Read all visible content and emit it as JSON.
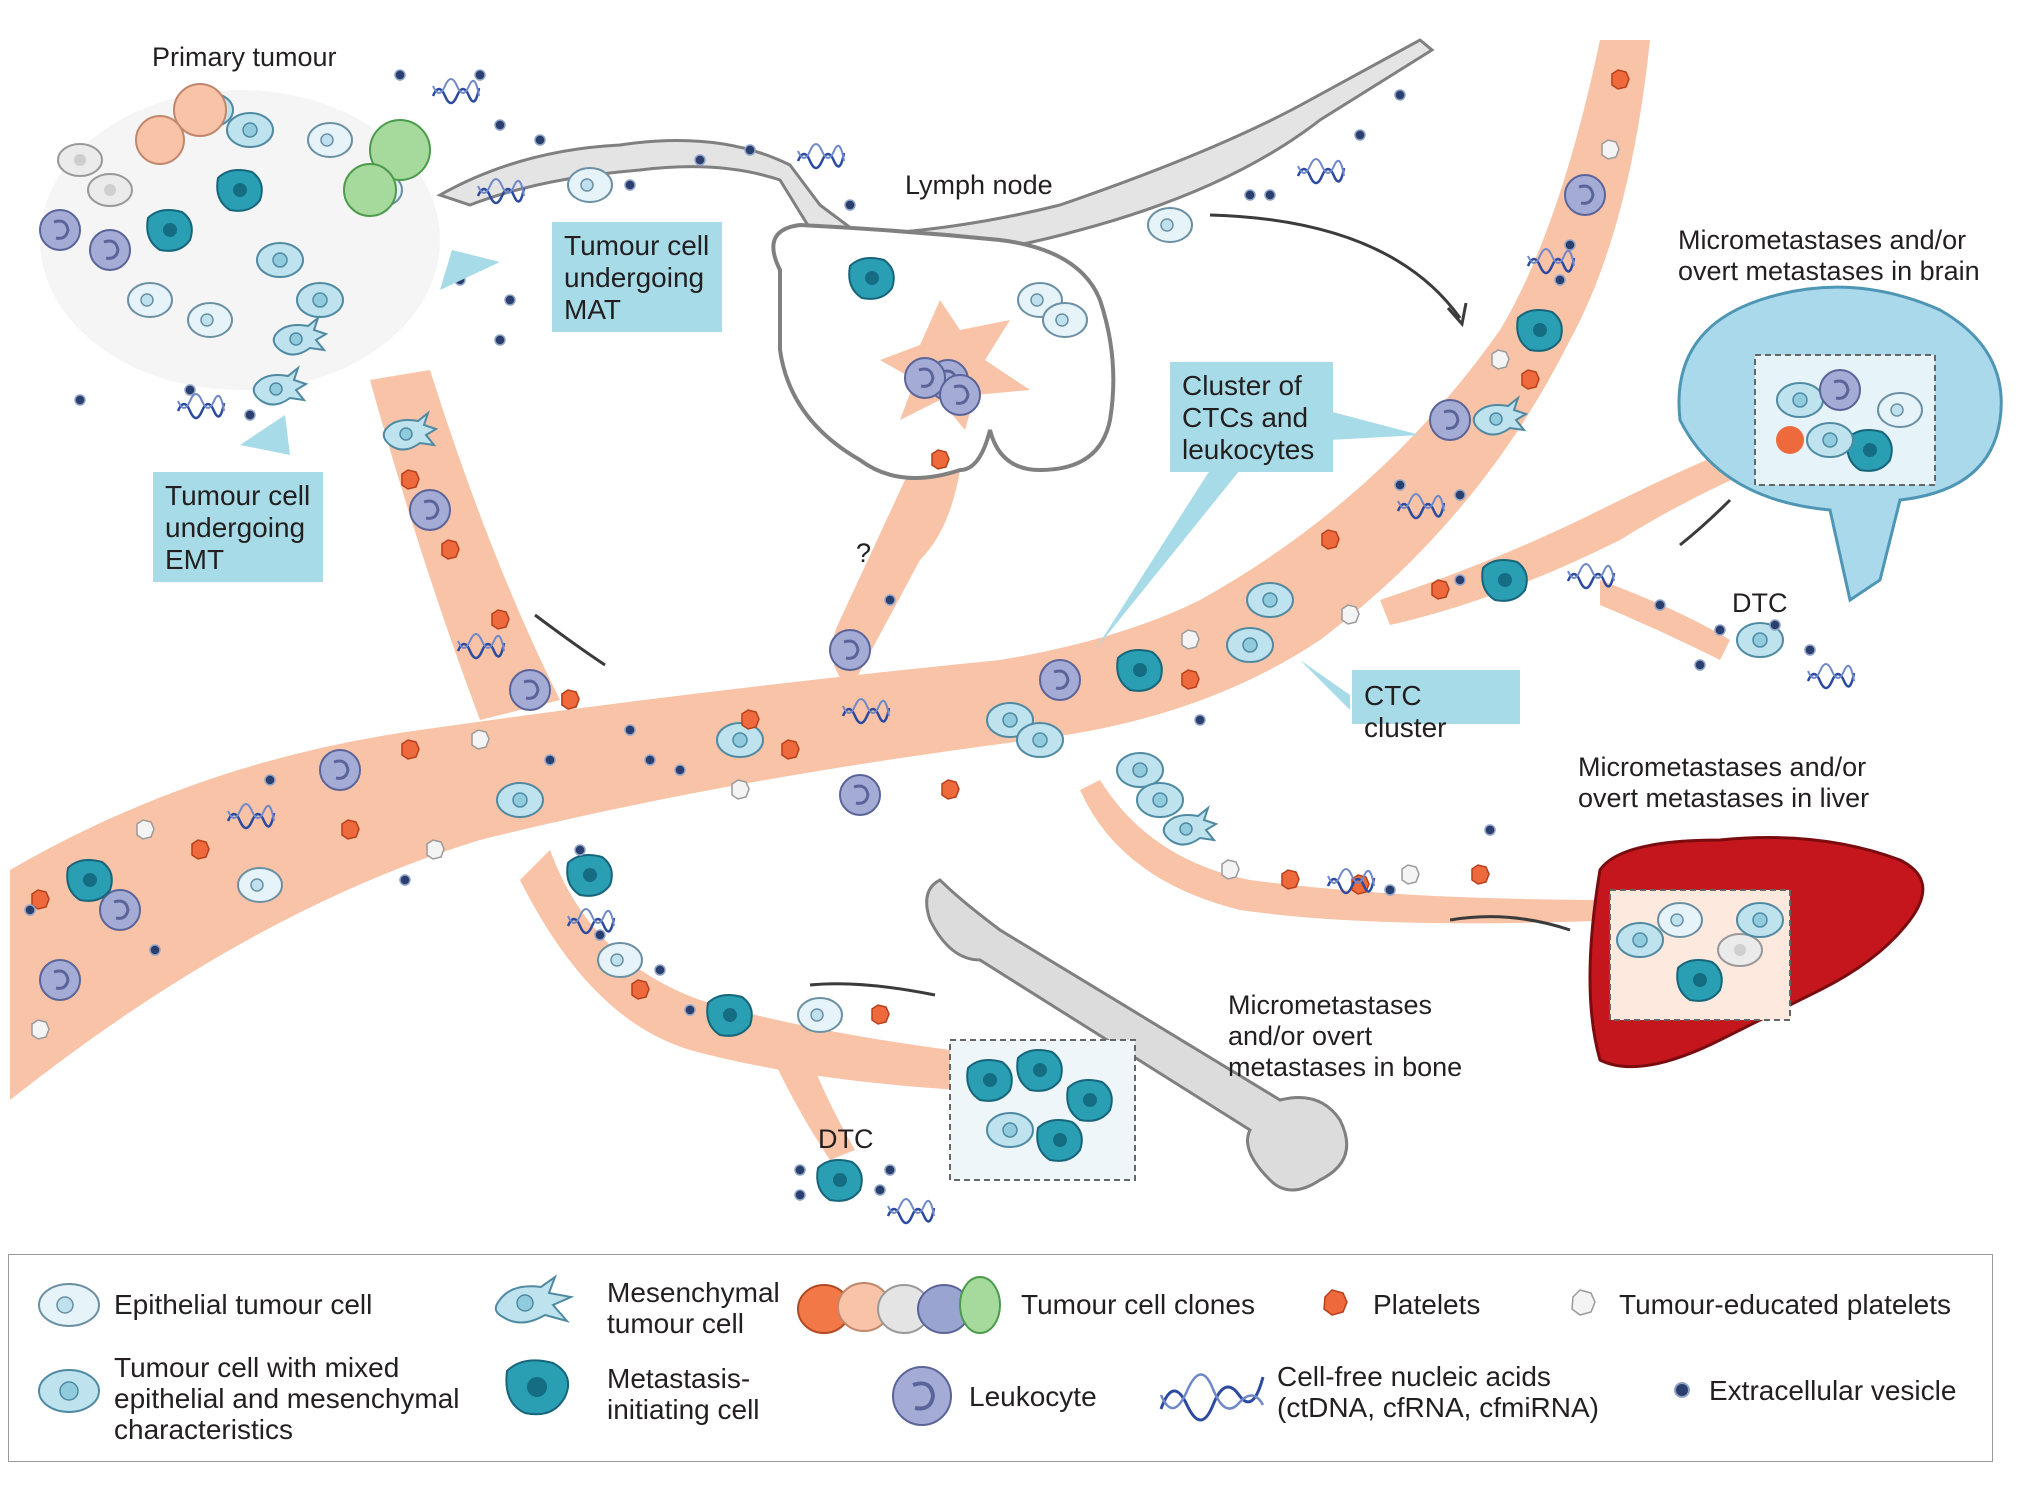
{
  "labels": {
    "primary_tumour": "Primary tumour",
    "lymph_node": "Lymph node",
    "question": "?",
    "brain": [
      "Micrometastases and/or",
      "overt metastases in brain"
    ],
    "liver": [
      "Micrometastases and/or",
      "overt metastases in liver"
    ],
    "bone": [
      "Micrometastases",
      "and/or overt",
      "metastases in bone"
    ],
    "dtc_right": "DTC",
    "dtc_bottom": "DTC"
  },
  "callouts": {
    "mat": [
      "Tumour cell",
      "undergoing",
      "MAT"
    ],
    "emt": [
      "Tumour cell",
      "undergoing",
      "EMT"
    ],
    "ctc_leuko": [
      "Cluster of",
      "CTCs and",
      "leukocytes"
    ],
    "ctc_cluster": [
      "CTC cluster"
    ]
  },
  "legend": {
    "epithelial": [
      "Epithelial tumour cell"
    ],
    "mixed": [
      "Tumour cell with mixed",
      "epithelial and mesenchymal",
      "characteristics"
    ],
    "mesenchymal": [
      "Mesenchymal",
      "tumour cell"
    ],
    "mic": [
      "Metastasis-",
      "initiating cell"
    ],
    "clones": [
      "Tumour cell clones"
    ],
    "leukocyte": [
      "Leukocyte"
    ],
    "platelets": [
      "Platelets"
    ],
    "nucleic": [
      "Cell-free nucleic acids",
      "(ctDNA, cfRNA, cfmiRNA)"
    ],
    "tep": [
      "Tumour-educated platelets"
    ],
    "ev": [
      "Extracellular vesicle"
    ]
  },
  "colors": {
    "vessel": "#f8c3a6",
    "vessel_dark": "#f4a98a",
    "lymph": "#e4e4e4",
    "callout": "#a7dbe7",
    "epithelial": "#e6f3f9",
    "mixed": "#bfe3ee",
    "mic": "#2a9fb4",
    "leukocyte": "#9aa4d0",
    "platelet": "#ee6a3c",
    "ev": "#2b3f6e",
    "dna": "#2b4aa0",
    "liver": "#c4161c",
    "brain": "#a9d9eb",
    "bone": "#dcdcdc",
    "clone_green": "#a6d99c"
  },
  "icons": {
    "epithelial": "epithelial-cell-icon",
    "mixed": "mixed-cell-icon",
    "mesenchymal": "mesenchymal-cell-icon",
    "mic": "metastasis-initiating-cell-icon",
    "clones": "tumour-clones-icon",
    "leukocyte": "leukocyte-icon",
    "platelets": "platelet-icon",
    "nucleic": "nucleic-acid-icon",
    "tep": "educated-platelet-icon",
    "ev": "vesicle-icon"
  }
}
